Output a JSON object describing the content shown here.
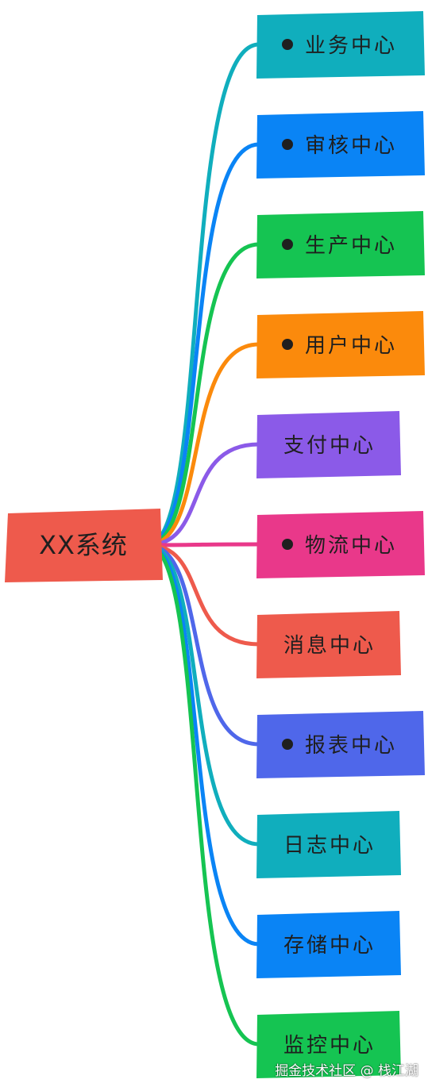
{
  "root": {
    "label": "XX系统",
    "color": "#ee5a4c"
  },
  "branches": [
    {
      "label": "业务中心",
      "color": "#10aebd",
      "bullet": true
    },
    {
      "label": "审核中心",
      "color": "#0a84f5",
      "bullet": true
    },
    {
      "label": "生产中心",
      "color": "#15c452",
      "bullet": true
    },
    {
      "label": "用户中心",
      "color": "#fb8a0c",
      "bullet": true
    },
    {
      "label": "支付中心",
      "color": "#8b5ae8",
      "bullet": false
    },
    {
      "label": "物流中心",
      "color": "#e9388a",
      "bullet": true
    },
    {
      "label": "消息中心",
      "color": "#ee5a4c",
      "bullet": false
    },
    {
      "label": "报表中心",
      "color": "#4f67ea",
      "bullet": true
    },
    {
      "label": "日志中心",
      "color": "#10aebd",
      "bullet": false
    },
    {
      "label": "存储中心",
      "color": "#0a84f5",
      "bullet": false
    },
    {
      "label": "监控中心",
      "color": "#15c452",
      "bullet": false
    }
  ],
  "watermark": "掘金技术社区 @ 栈江湖"
}
